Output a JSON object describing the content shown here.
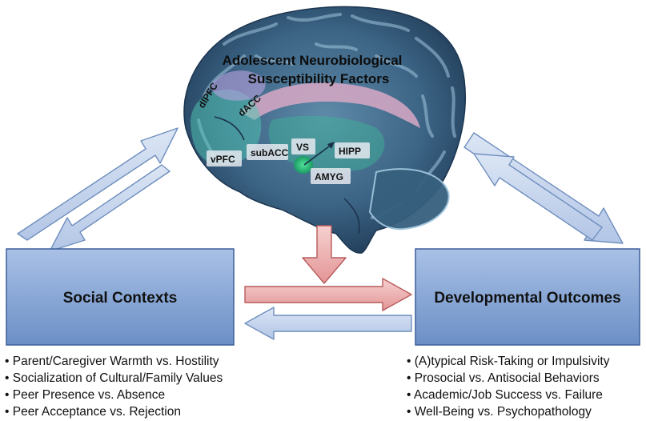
{
  "brain": {
    "title_line1": "Adolescent Neurobiological",
    "title_line2": "Susceptibility Factors",
    "regions": {
      "dlpfc": "dlPFC",
      "dacc": "dACC",
      "vpfc": "vPFC",
      "subacc": "subACC",
      "vs": "VS",
      "hipp": "HIPP",
      "amyg": "AMYG"
    }
  },
  "boxes": {
    "social_contexts": "Social Contexts",
    "developmental_outcomes": "Developmental Outcomes"
  },
  "lists": {
    "social_contexts": [
      "• Parent/Caregiver Warmth vs. Hostility",
      "• Socialization of Cultural/Family Values",
      "• Peer Presence vs. Absence",
      "• Peer Acceptance vs. Rejection"
    ],
    "developmental_outcomes": [
      "• (A)typical Risk-Taking or Impulsivity",
      "• Prosocial vs. Antisocial Behaviors",
      "• Academic/Job Success vs. Failure",
      "• Well-Being vs. Psychopathology"
    ]
  },
  "colors": {
    "box_fill": "#7b9fd0",
    "box_stroke": "#3d5f9a",
    "blue_arrow": "#c9d7ee",
    "red_arrow": "#e8a5a5",
    "brain_dark": "#2a4a66",
    "brain_light": "#9fc4dc"
  }
}
